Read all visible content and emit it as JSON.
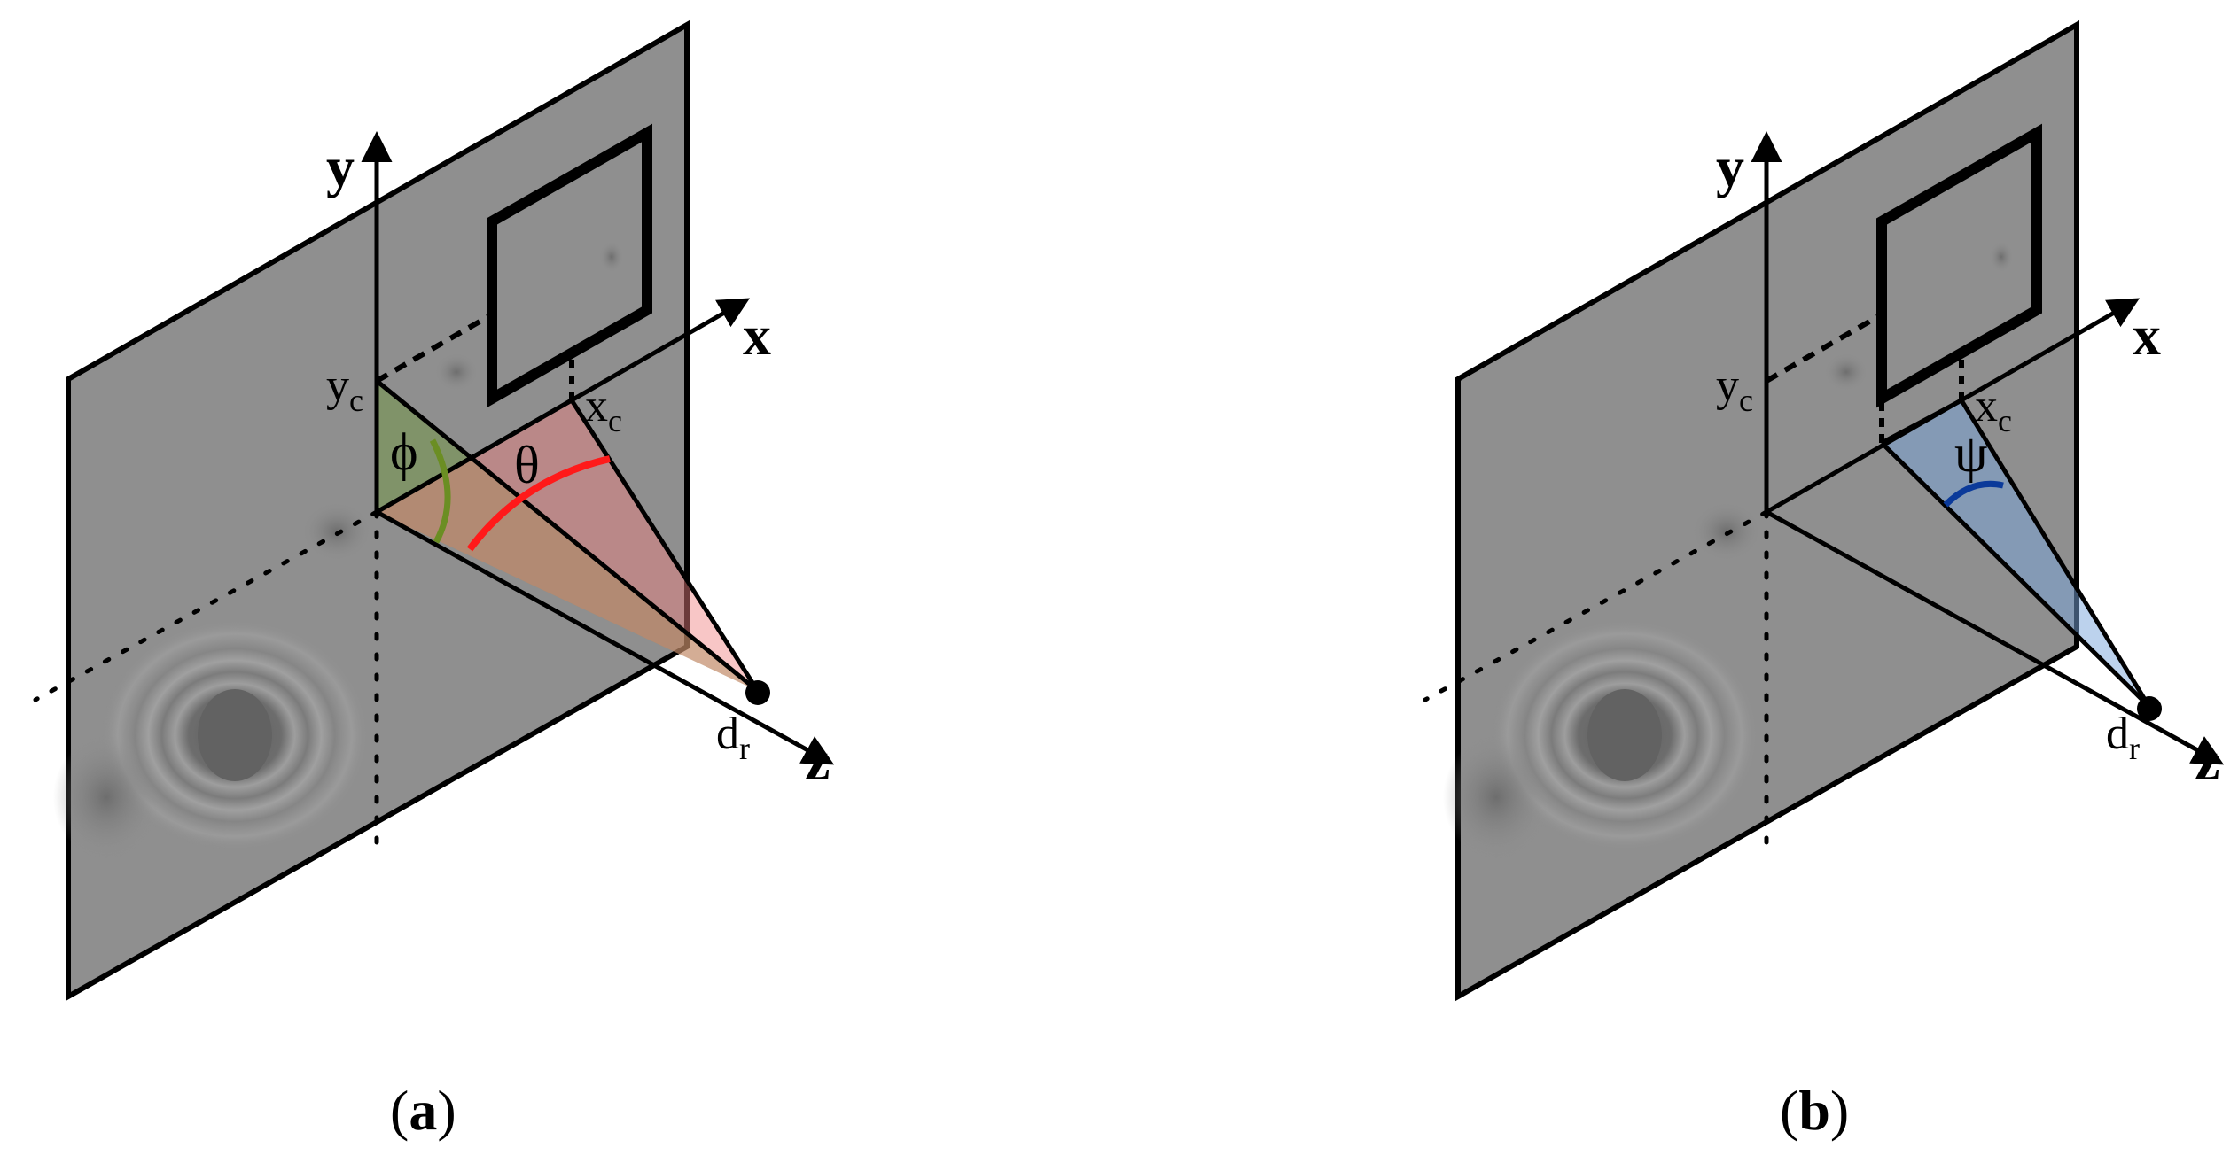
{
  "panels": [
    {
      "id": "a",
      "caption_open": "(",
      "caption_letter": "a",
      "caption_close": ")",
      "axis_x": "x",
      "axis_y": "y",
      "axis_z": "z",
      "xc_base": "x",
      "xc_sub": "c",
      "yc_base": "y",
      "yc_sub": "c",
      "dr_base": "d",
      "dr_sub": "r",
      "angles": [
        "ϕ",
        "θ"
      ]
    },
    {
      "id": "b",
      "caption_open": "(",
      "caption_letter": "b",
      "caption_close": ")",
      "axis_x": "x",
      "axis_y": "y",
      "axis_z": "z",
      "xc_base": "x",
      "xc_sub": "c",
      "yc_base": "y",
      "yc_sub": "c",
      "dr_base": "d",
      "dr_sub": "r",
      "angles": [
        "ψ"
      ]
    }
  ],
  "colors": {
    "plane_fill": "#8f8f8f",
    "green_wedge": "#6e9a3c",
    "red_wedge": "#f08080",
    "blue_wedge": "#7aa6dc",
    "theta_arc": "#ff1a1a",
    "phi_arc": "#6b8e23",
    "psi_arc": "#0b3a9a"
  }
}
